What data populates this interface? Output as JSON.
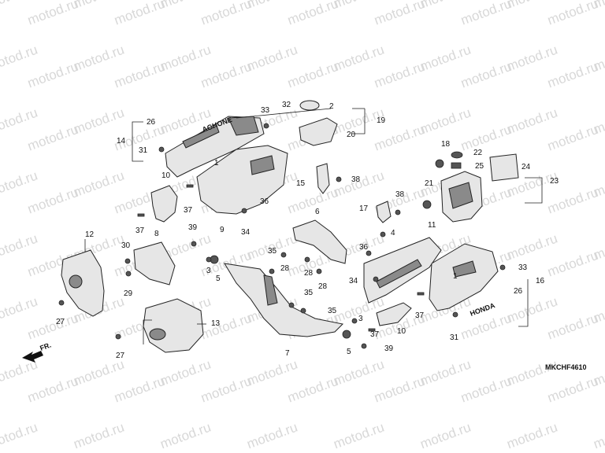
{
  "watermark": "motod.ru",
  "diagram_code": "MKCHF4610",
  "front_indicator": "FR.",
  "callouts": [
    "1",
    "2",
    "3",
    "4",
    "5",
    "6",
    "7",
    "8",
    "9",
    "10",
    "11",
    "12",
    "13",
    "14",
    "15",
    "16",
    "17",
    "18",
    "19",
    "20",
    "21",
    "22",
    "23",
    "24",
    "25",
    "26",
    "27",
    "28",
    "29",
    "30",
    "31",
    "32",
    "33",
    "34",
    "35",
    "36",
    "37",
    "38",
    "39"
  ],
  "decal_text": {
    "upper": "AGHONE",
    "lower": "HONDA"
  }
}
